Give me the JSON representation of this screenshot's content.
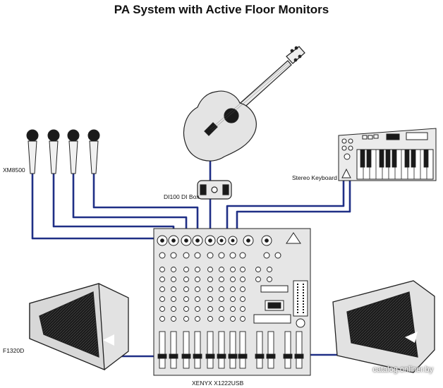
{
  "title": "PA System with Active Floor Monitors",
  "labels": {
    "microphones": "XM8500",
    "di_box": "DI100 DI Box",
    "keyboard": "Stereo Keyboard",
    "monitor": "F1320D",
    "mixer": "XENYX X1222USB"
  },
  "watermark": "catalog.onliner.by",
  "colors": {
    "cable": "#1f2f86",
    "outline": "#222222",
    "device_fill": "#e6e6e6",
    "speaker_grille": "#1a1a1a"
  }
}
